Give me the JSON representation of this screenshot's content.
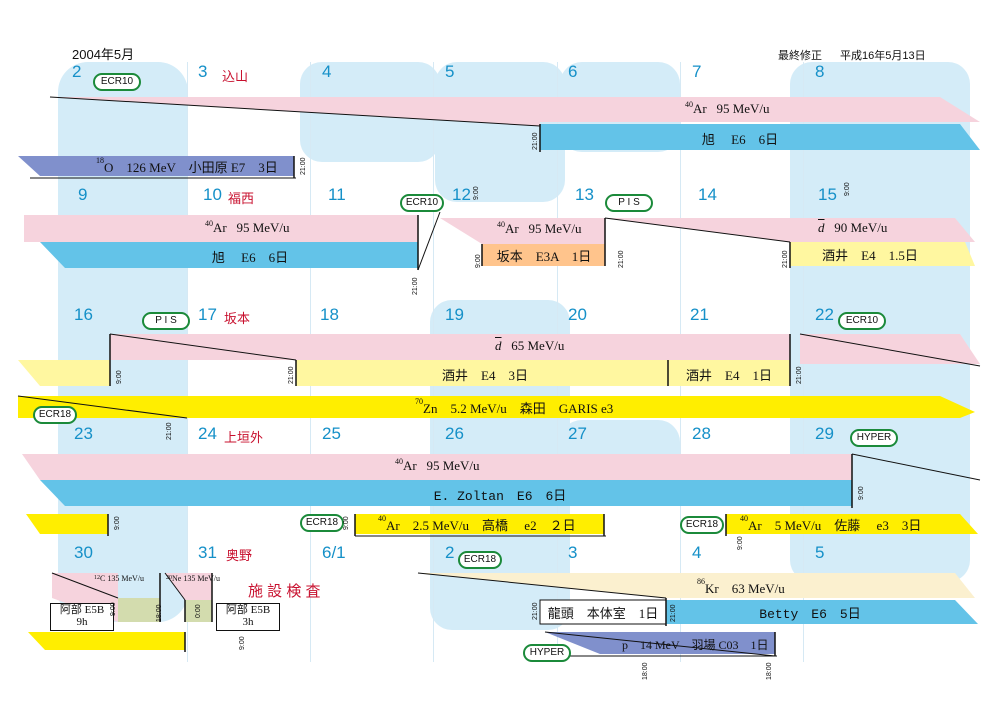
{
  "header": {
    "title": "2004年5月",
    "revised_label": "最終修正",
    "revised_date": "平成16年5月13日"
  },
  "weeks": [
    {
      "days": [
        "2",
        "3",
        "4",
        "5",
        "6",
        "7",
        "8"
      ]
    },
    {
      "days": [
        "9",
        "10",
        "11",
        "12",
        "13",
        "14",
        "15"
      ]
    },
    {
      "days": [
        "16",
        "17",
        "18",
        "19",
        "20",
        "21",
        "22"
      ]
    },
    {
      "days": [
        "23",
        "24",
        "25",
        "26",
        "27",
        "28",
        "29"
      ]
    },
    {
      "days": [
        "30",
        "31",
        "6/1",
        "2",
        "3",
        "4",
        "5"
      ]
    }
  ],
  "holidays": {
    "w1": "込山",
    "w2": "福西",
    "w3": "坂本",
    "w4": "上垣外",
    "w5": "奥野"
  },
  "badges": {
    "ecr10_a": "ECR10",
    "ecr10_b": "ECR10",
    "ecr10_c": "ECR10",
    "pis_a": "P I S",
    "pis_b": "P I S",
    "ecr18_a": "ECR18",
    "ecr18_b": "ECR18",
    "ecr18_c": "ECR18",
    "ecr18_d": "ECR18",
    "hyper_a": "HYPER",
    "hyper_b": "HYPER"
  },
  "events": {
    "w1_ar_sup": "40",
    "w1_ar": "Ar",
    "w1_ar_energy": "95 MeV/u",
    "w1_asahi": "旭　 E6　6日",
    "w1_o_sup": "18",
    "w1_o": "O　126 MeV　小田原 E7　3日",
    "w2_ar_sup": "40",
    "w2_ar": "Ar",
    "w2_ar_energy": "95 MeV/u",
    "w2_asahi": "旭　 E6　6日",
    "w2_ar2_sup": "40",
    "w2_ar2": "Ar",
    "w2_ar2_energy": "95 MeV/u",
    "w2_sakamoto": "坂本　E3A　1日",
    "w2_d": "d",
    "w2_d_energy": "90 MeV/u",
    "w2_sakai": "酒井　E4　1.5日",
    "w3_d": "d",
    "w3_d_energy": "65 MeV/u",
    "w3_sakai3": "酒井　E4　3日",
    "w3_sakai1": "酒井　E4　1日",
    "w3_zn_sup": "70",
    "w3_zn": "Zn　5.2 MeV/u　森田　GARIS e3",
    "w4_ar_sup": "40",
    "w4_ar": "Ar",
    "w4_ar_energy": "95 MeV/u",
    "w4_zoltan": "E. Zoltan　E6　6日",
    "w4_takahashi_sup": "40",
    "w4_takahashi": "Ar　2.5 MeV/u　高橋　 e2　２日",
    "w4_sato_sup": "40",
    "w4_sato": "Ar　5 MeV/u　佐藤　 e3　3日",
    "w5_c_sup": "12",
    "w5_c": "C 135 MeV/u",
    "w5_ne_sup": "20",
    "w5_ne": "Ne 135 MeV/u",
    "w5_abe1_a": "阿部 E5B",
    "w5_abe1_b": "9h",
    "w5_abe2_a": "阿部 E5B",
    "w5_abe2_b": "3h",
    "w5_inspection": "施 設 検 査",
    "w5_kr_sup": "86",
    "w5_kr": "Kr　63 MeV/u",
    "w5_ryuzu": "龍頭　本体室　1日",
    "w5_betty": "Betty　E6　5日",
    "w5_p": "p　14 MeV　羽場 C03　1日"
  },
  "times": {
    "t2100": "21:00",
    "t900": "9:00",
    "t1800": "18:00",
    "t000": "0:00"
  },
  "colors": {
    "pink": "#f6d3dd",
    "blue": "#63c3e8",
    "yellow_light": "#fff7a0",
    "yellow_strong": "#ffee00",
    "orange": "#ffc48c",
    "navy": "#8090cc",
    "cream": "#fbf0cf",
    "olive": "#d3dcae",
    "day_blue": "#1590c8",
    "holiday_red": "#c8102e",
    "badge_green": "#1b8a3a"
  }
}
